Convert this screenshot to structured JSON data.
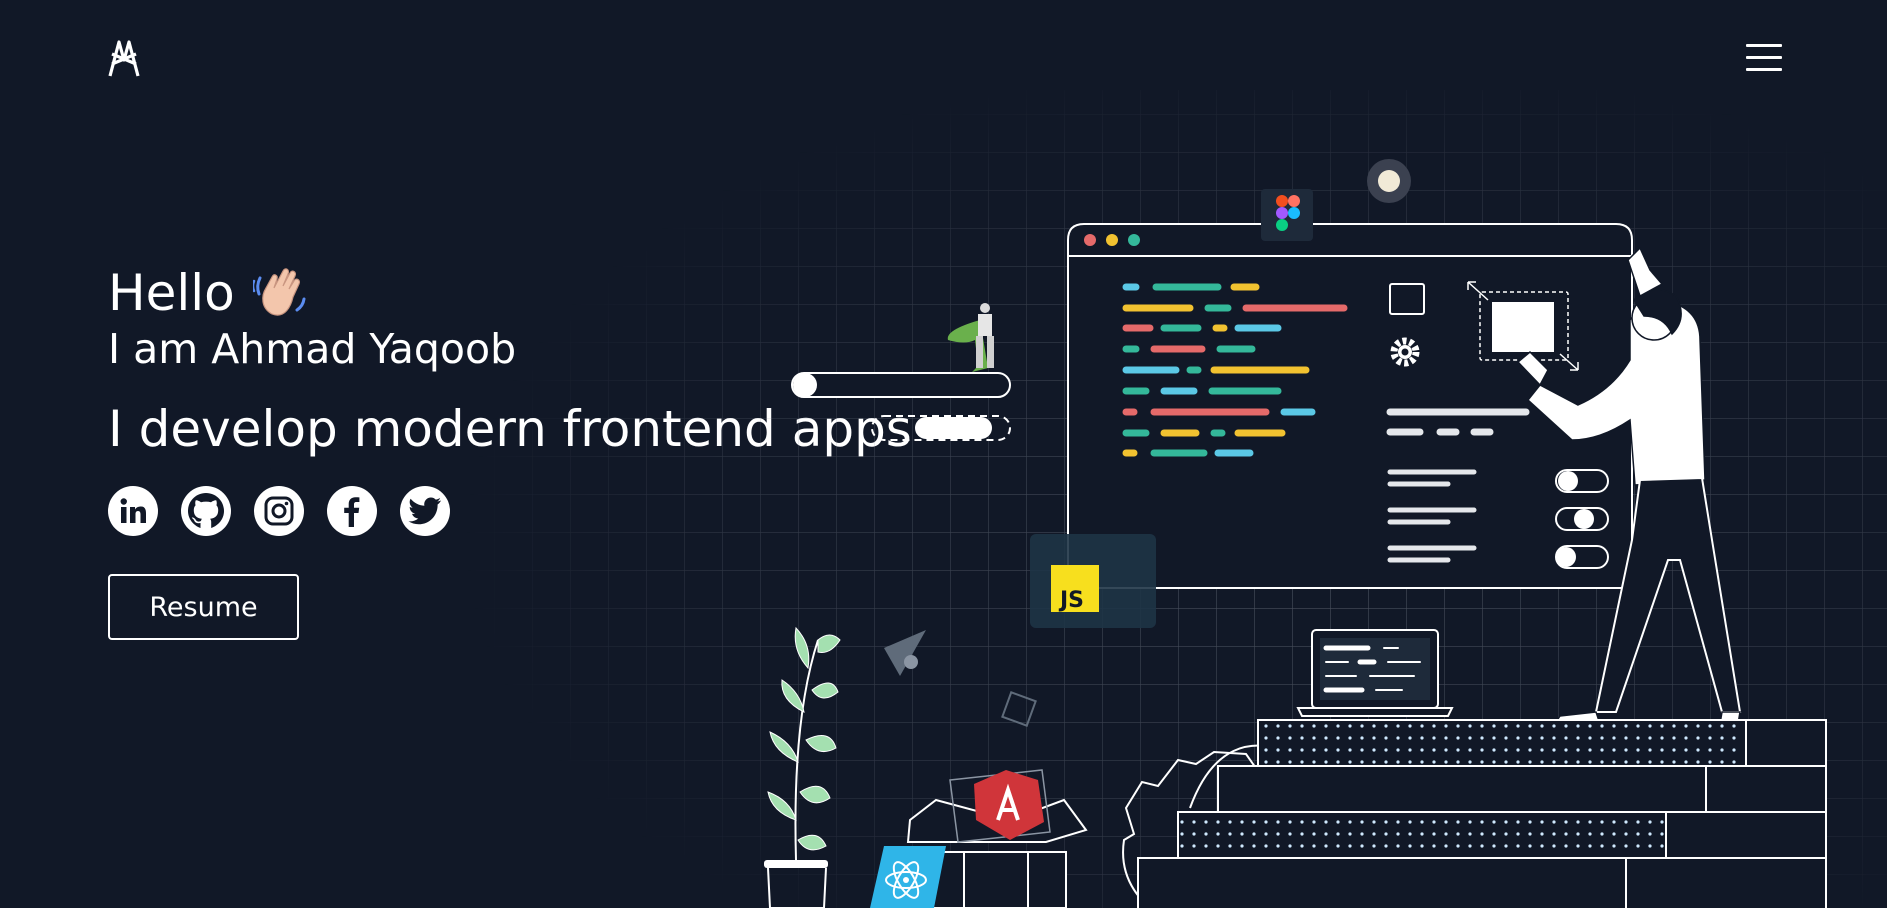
{
  "header": {
    "logo_icon": "avatar-monogram-logo",
    "menu_icon": "hamburger-menu-icon"
  },
  "hero": {
    "greeting": "Hello",
    "wave_icon": "waving-hand-emoji",
    "name": "I am Ahmad Yaqoob",
    "tagline": "I develop modern frontend apps"
  },
  "socials": [
    {
      "name": "LinkedIn",
      "icon": "linkedin-icon"
    },
    {
      "name": "GitHub",
      "icon": "github-icon"
    },
    {
      "name": "Instagram",
      "icon": "instagram-icon"
    },
    {
      "name": "Facebook",
      "icon": "facebook-icon"
    },
    {
      "name": "Twitter",
      "icon": "twitter-icon"
    }
  ],
  "resume_label": "Resume",
  "illustration": {
    "badges": [
      "figma-icon",
      "js-icon",
      "react-icon",
      "angular-icon"
    ],
    "js_label": "JS",
    "colors": {
      "bg": "#111827",
      "green": "#34b89a",
      "yellow": "#f2c230",
      "red": "#e56a6a",
      "blue": "#5bc8e6",
      "js": "#f7df1e",
      "react": "#2fb5e8",
      "angular": "#d0353a"
    }
  }
}
